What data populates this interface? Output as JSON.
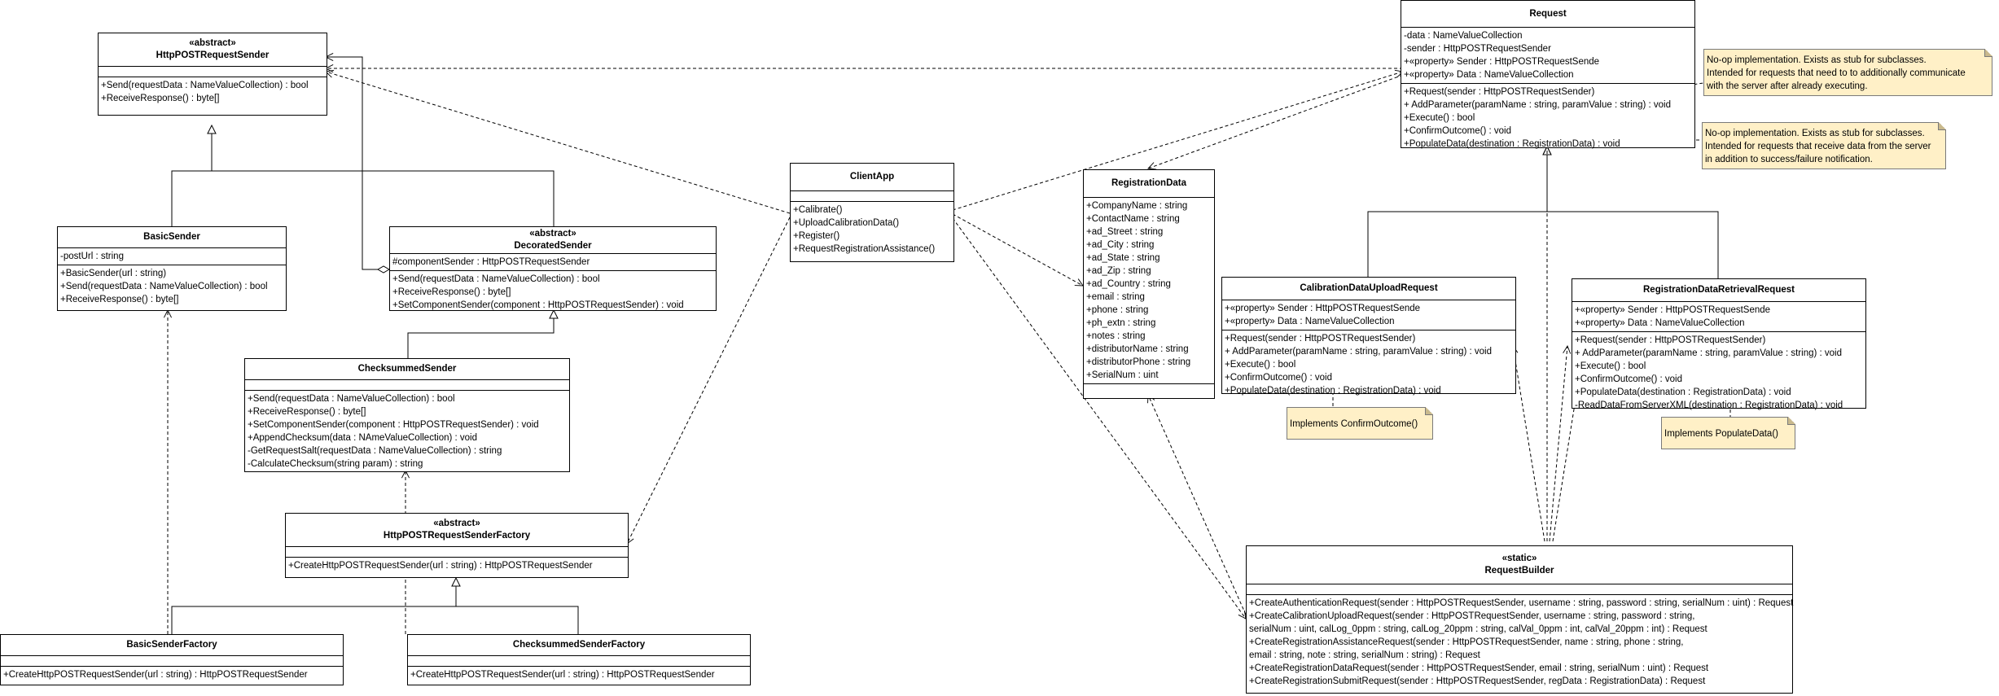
{
  "classes": {
    "http_post_request_sender": {
      "stereotype": "«abstract»",
      "name": "HttpPOSTRequestSender",
      "attributes": [],
      "operations": [
        "+Send(requestData : NameValueCollection) : bool",
        "+ReceiveResponse() : byte[]"
      ]
    },
    "basic_sender": {
      "name": "BasicSender",
      "attributes": [
        "-postUrl : string"
      ],
      "operations": [
        "+BasicSender(url : string)",
        "+Send(requestData : NameValueCollection) : bool",
        "+ReceiveResponse() : byte[]"
      ]
    },
    "decorated_sender": {
      "stereotype": "«abstract»",
      "name": "DecoratedSender",
      "attributes": [
        "#componentSender : HttpPOSTRequestSender"
      ],
      "operations": [
        "+Send(requestData : NameValueCollection) : bool",
        "+ReceiveResponse() : byte[]",
        "+SetComponentSender(component : HttpPOSTRequestSender) : void"
      ]
    },
    "checksummed_sender": {
      "name": "ChecksummedSender",
      "attributes": [],
      "operations": [
        "+Send(requestData : NameValueCollection) : bool",
        "+ReceiveResponse() : byte[]",
        "+SetComponentSender(component : HttpPOSTRequestSender) : void",
        "+AppendChecksum(data : NAmeValueCollection) : void",
        "-GetRequestSalt(requestData : NameValueCollection) : string",
        "-CalculateChecksum(string param) : string"
      ]
    },
    "sender_factory": {
      "stereotype": "«abstract»",
      "name": "HttpPOSTRequestSenderFactory",
      "attributes": [],
      "operations": [
        "+CreateHttpPOSTRequestSender(url : string) : HttpPOSTRequestSender"
      ]
    },
    "basic_sender_factory": {
      "name": "BasicSenderFactory",
      "attributes": [],
      "operations": [
        "+CreateHttpPOSTRequestSender(url : string) : HttpPOSTRequestSender"
      ]
    },
    "checksummed_sender_factory": {
      "name": "ChecksummedSenderFactory",
      "attributes": [],
      "operations": [
        "+CreateHttpPOSTRequestSender(url : string) : HttpPOSTRequestSender"
      ]
    },
    "client_app": {
      "name": "ClientApp",
      "attributes": [],
      "operations": [
        "+Calibrate()",
        "+UploadCalibrationData()",
        "+Register()",
        "+RequestRegistrationAssistance()"
      ]
    },
    "registration_data": {
      "name": "RegistrationData",
      "attributes": [
        "+CompanyName : string",
        "+ContactName : string",
        "+ad_Street : string",
        "+ad_City : string",
        "+ad_State : string",
        "+ad_Zip : string",
        "+ad_Country : string",
        "+email : string",
        "+phone : string",
        "+ph_extn : string",
        "+notes : string",
        "+distributorName : string",
        "+distributorPhone : string",
        "+SerialNum : uint"
      ],
      "operations": []
    },
    "request": {
      "name": "Request",
      "attributes": [
        "-data : NameValueCollection",
        "-sender : HttpPOSTRequestSender",
        "+«property» Sender : HttpPOSTRequestSende",
        "+«property» Data : NameValueCollection"
      ],
      "operations": [
        "+Request(sender : HttpPOSTRequestSender)",
        "+ AddParameter(paramName : string, paramValue : string) : void",
        "+Execute() : bool",
        "+ConfirmOutcome() : void",
        "+PopulateData(destination : RegistrationData) : void"
      ]
    },
    "calibration_upload_request": {
      "name": "CalibrationDataUploadRequest",
      "attributes": [
        "+«property» Sender : HttpPOSTRequestSende",
        "+«property» Data : NameValueCollection"
      ],
      "operations": [
        "+Request(sender : HttpPOSTRequestSender)",
        "+ AddParameter(paramName : string, paramValue : string) : void",
        "+Execute() : bool",
        "+ConfirmOutcome() : void",
        "+PopulateData(destination : RegistrationData) : void"
      ]
    },
    "registration_retrieval_request": {
      "name": "RegistrationDataRetrievalRequest",
      "attributes": [
        "+«property» Sender : HttpPOSTRequestSende",
        "+«property» Data : NameValueCollection"
      ],
      "operations": [
        "+Request(sender : HttpPOSTRequestSender)",
        "+ AddParameter(paramName : string, paramValue : string) : void",
        "+Execute() : bool",
        "+ConfirmOutcome() : void",
        "+PopulateData(destination : RegistrationData) : void",
        "-ReadDataFromServerXML(destination : RegistrationData) : void"
      ]
    },
    "request_builder": {
      "stereotype": "«static»",
      "name": "RequestBuilder",
      "attributes": [],
      "operations": [
        "+CreateAuthenticationRequest(sender : HttpPOSTRequestSender, username : string, password : string, serialNum : uint) : Request",
        "+CreateCalibrationUploadRequest(sender : HttpPOSTRequestSender, username : string, password : string,",
        "serialNum : uint, calLog_0ppm : string, calLog_20ppm : string, calVal_0ppm : int, calVal_20ppm : int) : Request",
        "+CreateRegistrationAssistanceRequest(sender : HttpPOSTRequestSender, name : string, phone : string,",
        " email : string, note : string, serialNum : string) : Request",
        "+CreateRegistrationDataRequest(sender : HttpPOSTRequestSender, email : string, serialNum : uint) : Request",
        "+CreateRegistrationSubmitRequest(sender : HttpPOSTRequestSender, regData : RegistrationData) : Request"
      ]
    }
  },
  "notes": {
    "note_outcome": [
      "No-op implementation. Exists as stub for subclasses.",
      "Intended for requests that need to to additionally communicate",
      "with the server after already executing."
    ],
    "note_populate": [
      "No-op implementation. Exists as stub for subclasses.",
      "Intended for requests that receive data from the server",
      "in addition to success/failure notification."
    ],
    "note_confirm": [
      "Implements ConfirmOutcome()"
    ],
    "note_populate_impl": [
      "Implements PopulateData()"
    ]
  },
  "colors": {
    "note_fill": "#fff0c7",
    "line": "#000000"
  }
}
